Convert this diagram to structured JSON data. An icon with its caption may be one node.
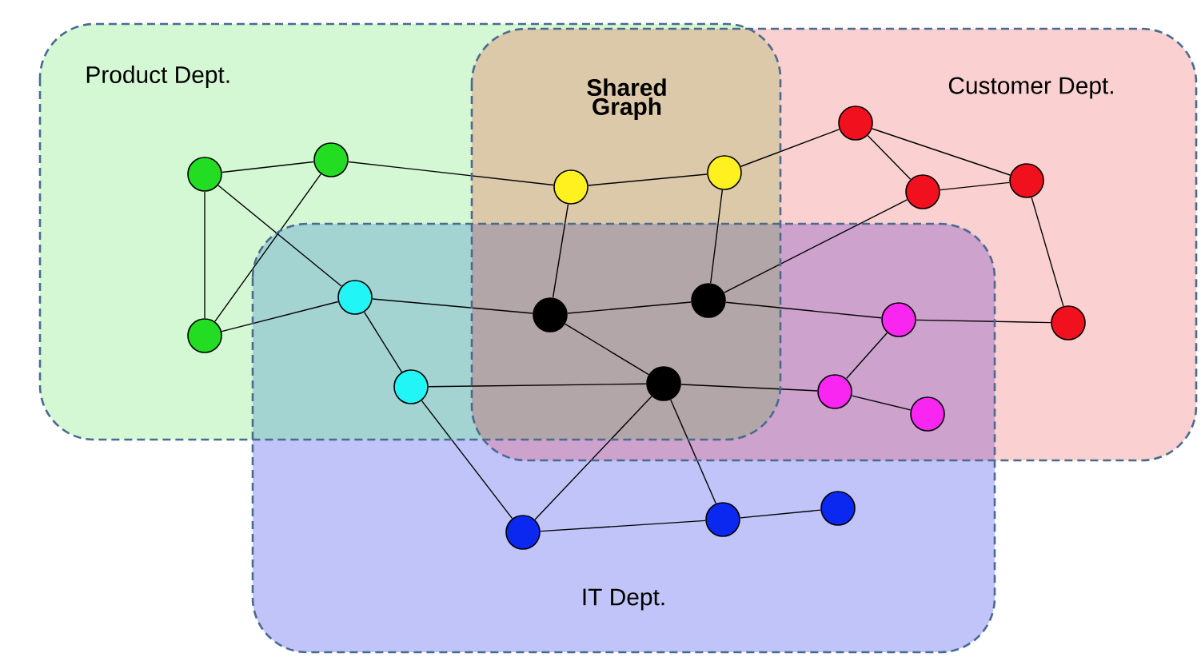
{
  "diagram": {
    "nodes": [
      {
        "text": [
          "Product Dept."
        ]
      },
      {
        "text": [
          "Customer Dept."
        ]
      },
      {
        "text": [
          "IT Dept."
        ]
      },
      {
        "text": [],
        "shape": "circle",
        "in": 0
      },
      {
        "text": [],
        "shape": "circle",
        "in": 0
      },
      {
        "text": [],
        "shape": "circle",
        "in": 0
      },
      {
        "text": [],
        "shape": "circle"
      },
      {
        "text": [],
        "shape": "circle"
      },
      {
        "text": [],
        "shape": "circle"
      },
      {
        "text": [],
        "shape": "circle"
      },
      {
        "text": [],
        "shape": "circle",
        "in": 1
      },
      {
        "text": [],
        "shape": "circle",
        "in": 1
      },
      {
        "text": [],
        "shape": "circle",
        "in": 1
      },
      {
        "text": [],
        "shape": "circle",
        "in": 1
      },
      {
        "text": [],
        "shape": "circle"
      },
      {
        "text": [],
        "shape": "circle"
      },
      {
        "text": [],
        "shape": "circle"
      },
      {
        "text": [],
        "shape": "circle"
      },
      {
        "text": [],
        "shape": "circle"
      },
      {
        "text": [],
        "shape": "circle"
      },
      {
        "text": [],
        "shape": "circle",
        "in": 2
      },
      {
        "text": [],
        "shape": "circle",
        "in": 2
      },
      {
        "text": [],
        "shape": "circle",
        "in": 2
      }
    ],
    "edges": [
      {
        "from": 3,
        "to": 4,
        "arrow": "none"
      },
      {
        "from": 3,
        "to": 5,
        "arrow": "none"
      },
      {
        "from": 3,
        "to": 6,
        "arrow": "none"
      },
      {
        "from": 4,
        "to": 5,
        "arrow": "none"
      },
      {
        "from": 4,
        "to": 8,
        "arrow": "none"
      },
      {
        "from": 5,
        "to": 6,
        "arrow": "none"
      },
      {
        "from": 6,
        "to": 14,
        "arrow": "none"
      },
      {
        "from": 6,
        "to": 7,
        "arrow": "none"
      },
      {
        "from": 7,
        "to": 16,
        "arrow": "none"
      },
      {
        "from": 7,
        "to": 20,
        "arrow": "none"
      },
      {
        "from": 8,
        "to": 14,
        "arrow": "none"
      },
      {
        "from": 8,
        "to": 9,
        "arrow": "none"
      },
      {
        "from": 9,
        "to": 15,
        "arrow": "none"
      },
      {
        "from": 9,
        "to": 10,
        "arrow": "none"
      },
      {
        "from": 10,
        "to": 11,
        "arrow": "none"
      },
      {
        "from": 10,
        "to": 12,
        "arrow": "none"
      },
      {
        "from": 11,
        "to": 12,
        "arrow": "none"
      },
      {
        "from": 11,
        "to": 15,
        "arrow": "none"
      },
      {
        "from": 12,
        "to": 13,
        "arrow": "none"
      },
      {
        "from": 14,
        "to": 15,
        "arrow": "none"
      },
      {
        "from": 14,
        "to": 16,
        "arrow": "none"
      },
      {
        "from": 15,
        "to": 17,
        "arrow": "none"
      },
      {
        "from": 17,
        "to": 13,
        "arrow": "none"
      },
      {
        "from": 17,
        "to": 18,
        "arrow": "none"
      },
      {
        "from": 18,
        "to": 19,
        "arrow": "none"
      },
      {
        "from": 16,
        "to": 18,
        "arrow": "none"
      },
      {
        "from": 16,
        "to": 20,
        "arrow": "none"
      },
      {
        "from": 16,
        "to": 21,
        "arrow": "none"
      },
      {
        "from": 20,
        "to": 21,
        "arrow": "none"
      },
      {
        "from": 21,
        "to": 22,
        "arrow": "none"
      }
    ],
    "labels": [
      "Shared Graph"
    ]
  }
}
